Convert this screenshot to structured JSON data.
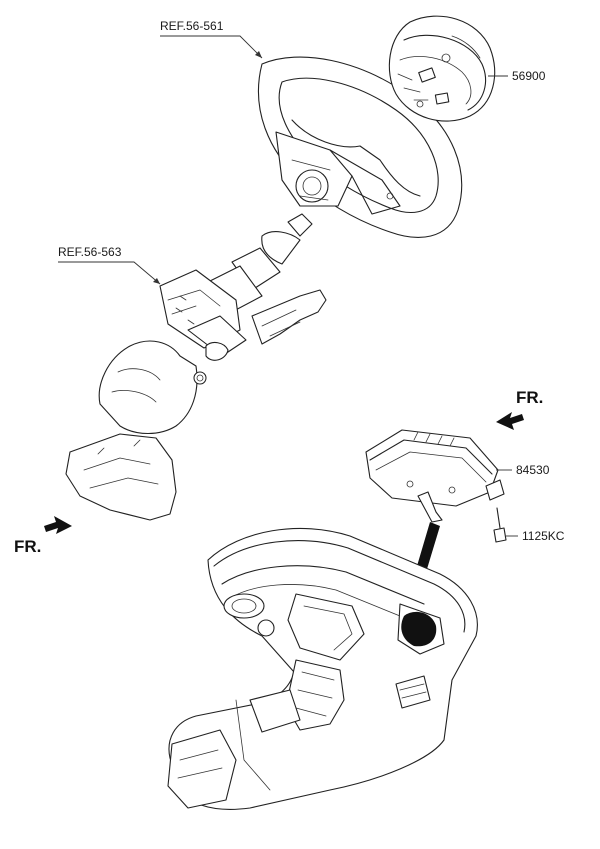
{
  "labels": {
    "ref_wheel": "REF.56-561",
    "ref_column": "REF.56-563",
    "driver_airbag": "56900",
    "passenger_airbag": "84530",
    "bolt": "1125KC",
    "front_right": "FR.",
    "front_left": "FR."
  }
}
